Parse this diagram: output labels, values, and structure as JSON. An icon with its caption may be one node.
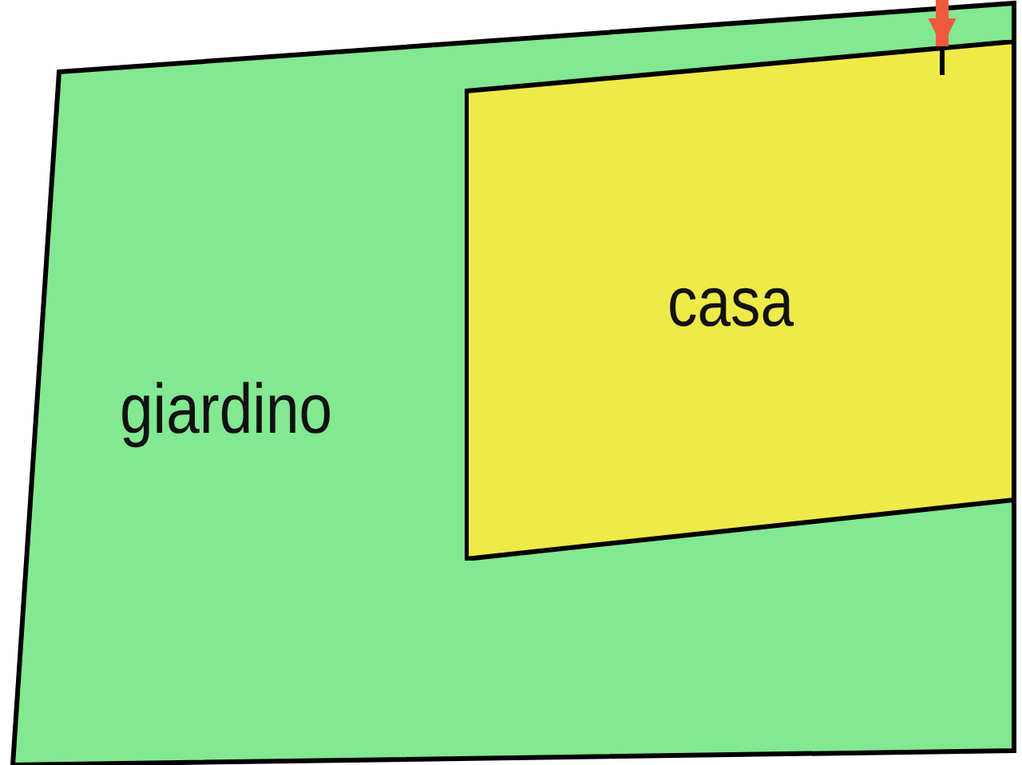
{
  "diagram": {
    "nodes": [
      {
        "text": [
          "giardino"
        ]
      },
      {
        "text": [
          "casa"
        ],
        "in": 0
      }
    ],
    "edges": [
      {
        "from": null,
        "to": 1,
        "arrow": "to"
      }
    ]
  }
}
